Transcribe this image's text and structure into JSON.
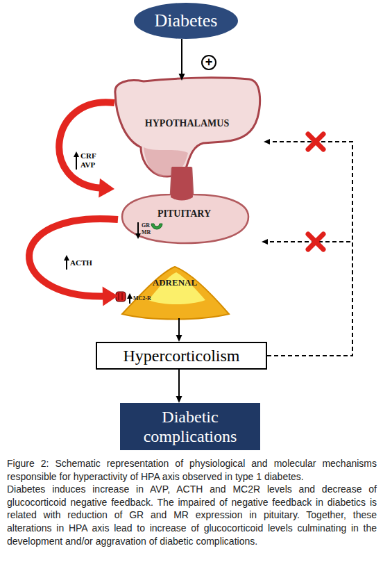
{
  "diagram": {
    "caption": "Figure 2: Schematic representation of physiological and molecular mechanisms responsible for hyperactivity of HPA axis observed in type 1 diabetes.",
    "nodes": [
      {
        "text": [
          "Diabetes"
        ]
      },
      {
        "text": [
          "HYPOTHALAMUS"
        ]
      },
      {
        "text": [
          "PITUITARY",
          "GR MR"
        ]
      },
      {
        "text": [
          "ADRENAL",
          "MC2-R"
        ]
      },
      {
        "text": [
          "Hypercorticolism"
        ]
      },
      {
        "text": [
          "Diabetic complications"
        ]
      }
    ],
    "edges": [
      {
        "from": 0,
        "to": 1,
        "arrow": "to",
        "label": "+"
      },
      {
        "from": 1,
        "to": 2,
        "arrow": "to",
        "label": "CRF AVP"
      },
      {
        "from": 2,
        "to": 3,
        "arrow": "to",
        "label": "ACTH"
      },
      {
        "from": 3,
        "to": 4,
        "arrow": "to"
      },
      {
        "from": 4,
        "to": 5,
        "arrow": "to"
      },
      {
        "from": 4,
        "to": 1,
        "arrow": "to"
      },
      {
        "from": 4,
        "to": 2,
        "arrow": "to"
      }
    ],
    "labels": [
      "Diabetes induces increase in AVP, ACTH and MC2R levels and decrease of glucocorticoid negative feedback. The impaired of negative feedback in diabetics is related with reduction of GR and MR expression in pituitary. Together, these alterations in HPA axis lead to increase of glucocorticoid levels culminating in the development and/or aggravation of diabetic complications."
    ]
  }
}
